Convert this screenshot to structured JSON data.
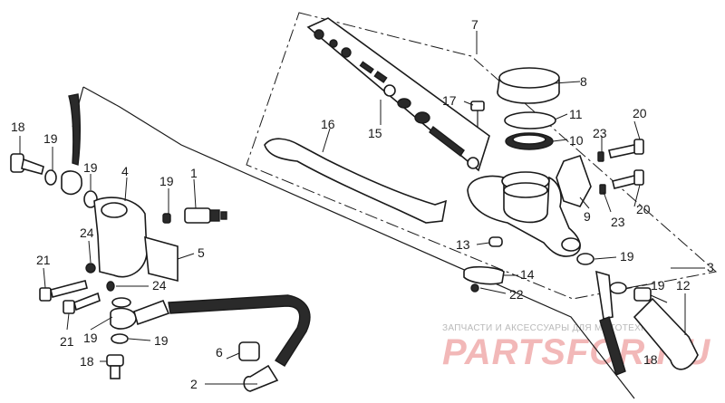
{
  "watermark": {
    "small": "ЗАПЧАСТИ И АКСЕССУАРЫ ДЛЯ МОТОТЕХНИКИ",
    "big": "PARTSFOR.RU"
  },
  "callouts": {
    "c1": "1",
    "c2": "2",
    "c3": "3",
    "c4": "4",
    "c5": "5",
    "c6": "6",
    "c7": "7",
    "c8": "8",
    "c9": "9",
    "c10": "10",
    "c11": "11",
    "c12": "12",
    "c13": "13",
    "c14": "14",
    "c15": "15",
    "c16": "16",
    "c17": "17",
    "c18a": "18",
    "c18b": "18",
    "c18c": "18",
    "c19a": "19",
    "c19b": "19",
    "c19c": "19",
    "c19d": "19",
    "c19e": "19",
    "c19f": "19",
    "c19g": "19",
    "c20a": "20",
    "c20b": "20",
    "c21a": "21",
    "c21b": "21",
    "c22": "22",
    "c23a": "23",
    "c23b": "23",
    "c24a": "24",
    "c24b": "24"
  }
}
